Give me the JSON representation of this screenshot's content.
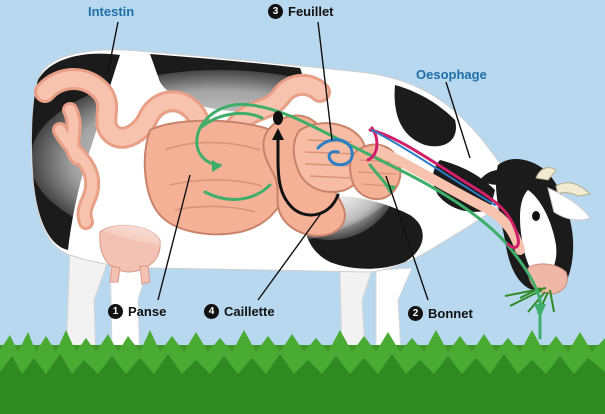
{
  "labels": {
    "intestin": "Intestin",
    "oesophage": "Oesophage",
    "feuillet": "Feuillet",
    "feuillet_num": "3",
    "panse": "Panse",
    "panse_num": "1",
    "caillette": "Caillette",
    "caillette_num": "4",
    "bonnet": "Bonnet",
    "bonnet_num": "2"
  },
  "colors": {
    "sky": "#b7d8ee",
    "grass": "#3f9a2a",
    "organ": "#f4b196",
    "organ_outline": "#c9836a",
    "flow_green": "#3fae6a",
    "flow_blue": "#2c7fc4",
    "flow_magenta": "#d21f6a",
    "flow_black": "#111111",
    "label_blue": "#1f6fa8",
    "label_dark": "#111111"
  }
}
